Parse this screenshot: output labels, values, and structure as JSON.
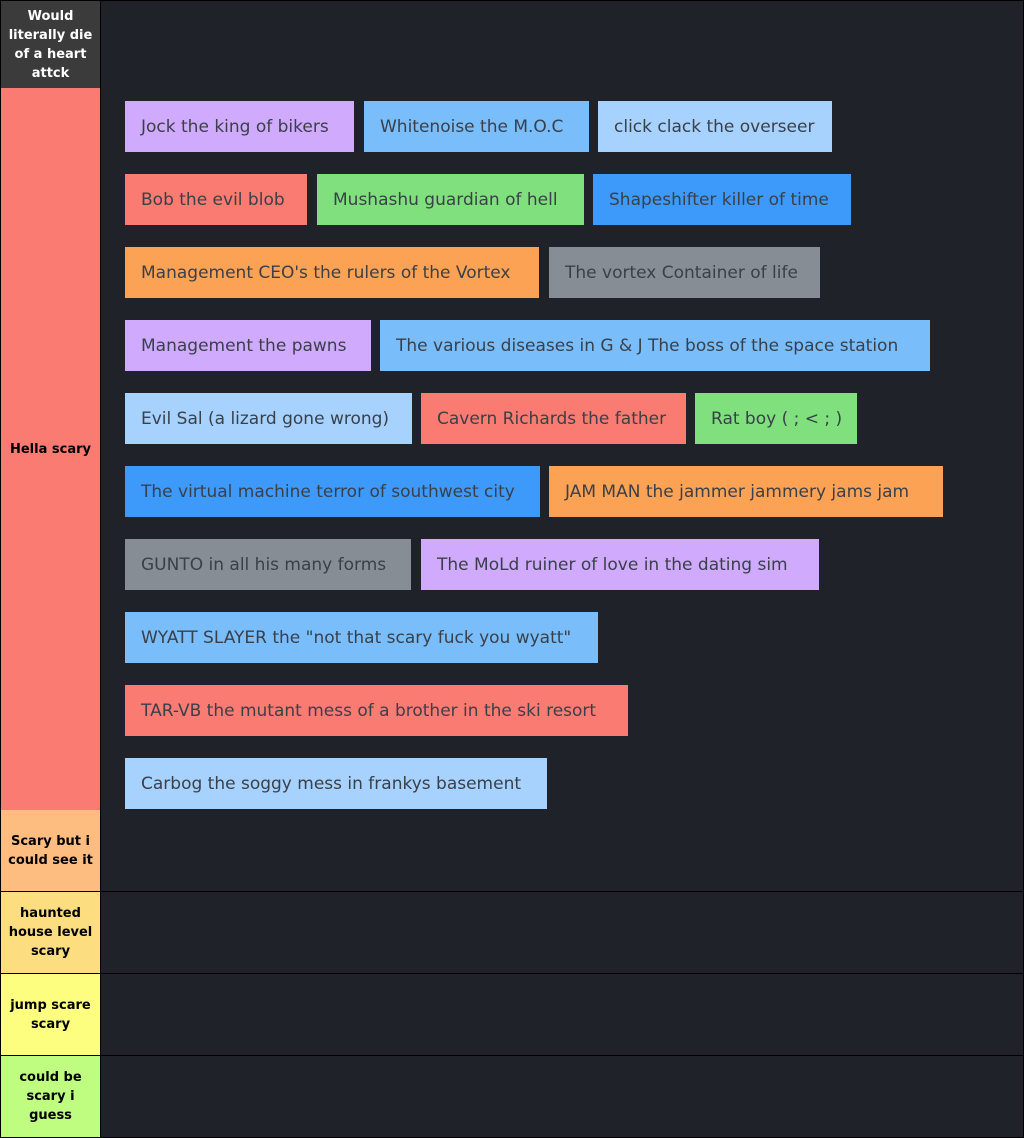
{
  "colors": {
    "background": "#1f2229",
    "purple": "#d0aafd",
    "blue": "#79bdfb",
    "lightblue": "#a7d2fe",
    "red": "#f97b71",
    "green": "#80e07d",
    "deepblue": "#3d9afb",
    "orange": "#fca255",
    "gray": "#868d94"
  },
  "tiers": [
    {
      "label": "Would\nliterally die\nof a heart\nattck",
      "color": "#3b3b3b",
      "text_color": "#ffffff",
      "items": []
    },
    {
      "label": "Hella scary",
      "color": "#f97b71",
      "text_color": "#000000",
      "items": [
        {
          "text": "Jock the king of bikers",
          "color": "#d0aafd"
        },
        {
          "text": "Whitenoise the M.O.C",
          "color": "#79bdfb"
        },
        {
          "text": "click clack the overseer",
          "color": "#a7d2fe"
        },
        {
          "text": "Bob the evil blob",
          "color": "#f97b71"
        },
        {
          "text": "Mushashu guardian of hell",
          "color": "#80e07d"
        },
        {
          "text": "Shapeshifter killer of time",
          "color": "#3d9afb"
        },
        {
          "text": "Management CEO's the rulers of the Vortex",
          "color": "#fca255"
        },
        {
          "text": "The vortex Container of life",
          "color": "#868d94"
        },
        {
          "text": "Management the pawns",
          "color": "#d0aafd"
        },
        {
          "text": "The various diseases in G & J The boss of the space station",
          "color": "#79bdfb"
        },
        {
          "text": "Evil Sal (a lizard gone wrong)",
          "color": "#a7d2fe"
        },
        {
          "text": "Cavern Richards the father",
          "color": "#f97b71"
        },
        {
          "text": "Rat boy ( ; < ; )",
          "color": "#80e07d"
        },
        {
          "text": "The virtual machine terror of southwest city",
          "color": "#3d9afb"
        },
        {
          "text": "JAM MAN the jammer jammery jams jam",
          "color": "#fca255"
        },
        {
          "text": "GUNTO in all his many forms",
          "color": "#868d94"
        },
        {
          "text": "The MoLd ruiner of love in the dating sim",
          "color": "#d0aafd"
        },
        {
          "text": "WYATT SLAYER the \"not that scary fuck you wyatt\"",
          "color": "#79bdfb"
        },
        {
          "text": "TAR-VB the mutant mess of a brother in the ski resort",
          "color": "#f97b71"
        },
        {
          "text": "Carbog the soggy mess in frankys basement",
          "color": "#a7d2fe"
        }
      ]
    },
    {
      "label": "Scary but i\ncould see it",
      "color": "#fdbd80",
      "text_color": "#000000",
      "items": []
    },
    {
      "label": "haunted\nhouse level\nscary",
      "color": "#fcdd80",
      "text_color": "#000000",
      "items": []
    },
    {
      "label": "jump scare\nscary",
      "color": "#fdfd80",
      "text_color": "#000000",
      "items": []
    },
    {
      "label": "could be\nscary i guess",
      "color": "#befd80",
      "text_color": "#000000",
      "items": []
    }
  ]
}
